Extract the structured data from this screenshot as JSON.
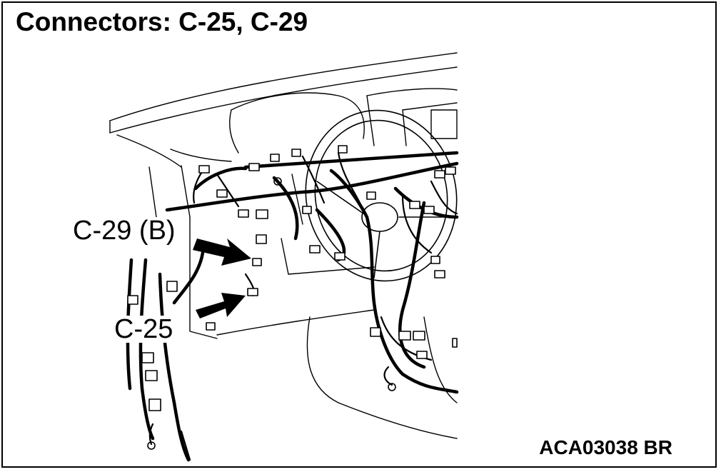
{
  "title": "Connectors: C-25, C-29",
  "callouts": {
    "c29": "C-29 (B)",
    "c25": "C-25"
  },
  "figure_id": "ACA03038 BR",
  "colors": {
    "line": "#000000",
    "background": "#ffffff"
  }
}
